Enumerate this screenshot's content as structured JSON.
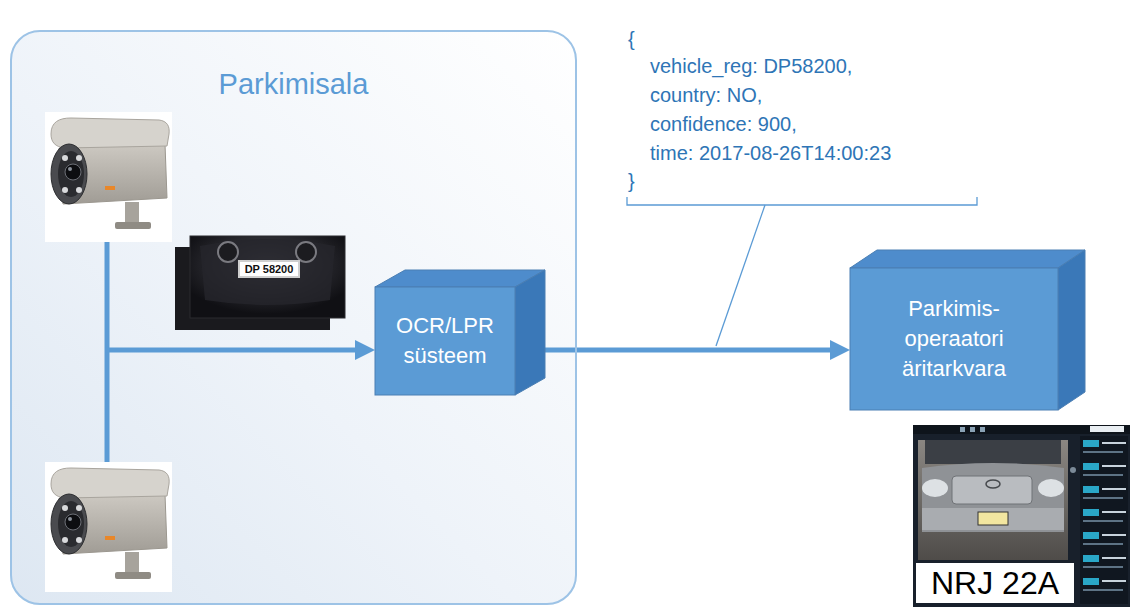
{
  "diagram": {
    "nodes": [
      {
        "text": [
          "Parkimisala"
        ]
      },
      {
        "text": [
          "OCR/LPR süsteem"
        ],
        "in": 0
      },
      {
        "text": [
          "Parkimis- operaatori äritarkvara"
        ]
      }
    ],
    "edges": [
      {
        "from": 1,
        "to": 2,
        "arrow": "to"
      }
    ],
    "labels": [
      "{",
      "vehicle_reg: DP58200,",
      "country: NO,",
      "confidence: 900,",
      "time: 2017-08-26T14:00:23",
      "}",
      "DP 58200",
      "NRJ 22A"
    ]
  }
}
